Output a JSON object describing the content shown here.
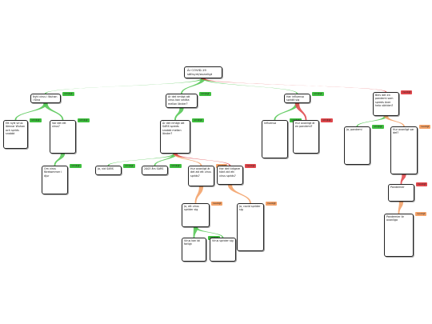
{
  "colors": {
    "green": "#3fbf3f",
    "orange": "#f4a36a",
    "red": "#e0474c",
    "edge_green": "#58c858",
    "edge_orange": "#f3a36b",
    "edge_red": "#e14b50"
  },
  "nodes": [
    {
      "id": "root",
      "text": "Är COVID-19 sällsynt/ovanligt",
      "tag": "",
      "color": "none"
    },
    {
      "id": "n1",
      "text": "Nytt virus i Wuhan i Kina",
      "tag": "omöjligt",
      "color": "green"
    },
    {
      "id": "n2",
      "text": "Är det rimligt att virus kan smitta mellan länder?",
      "tag": "omöjligt",
      "color": "green"
    },
    {
      "id": "n3",
      "text": "Har influensa spridit sig mellan länder?",
      "tag": "omöjligt",
      "color": "green"
    },
    {
      "id": "n4",
      "text": "Blev det en pandemi som spreds över hela världen?",
      "tag": "ovanligt",
      "color": "red"
    },
    {
      "id": "n1a",
      "text": "Ett nytt virus lämnar Wuhan och sprids snabbt",
      "tag": "omöjligt",
      "color": "green"
    },
    {
      "id": "n1b",
      "text": "Var det ett virus?",
      "tag": "omöjligt",
      "color": "green"
    },
    {
      "id": "n1b1",
      "text": "Om virus förekommer i djur",
      "tag": "omöjligt",
      "color": "green"
    },
    {
      "id": "n2a",
      "text": "Är det rimligt att SARS spreds snabbt mellan länder?",
      "tag": "omöjligt",
      "color": "green"
    },
    {
      "id": "n2a1",
      "text": "Ja, vid SARS",
      "tag": "omöjligt",
      "color": "green"
    },
    {
      "id": "n2a2",
      "text": "2003 års SARS",
      "tag": "omöjligt",
      "color": "green"
    },
    {
      "id": "n2a3",
      "text": "Hur ovanligt är det att ett virus sprids?",
      "tag": "ovanligt",
      "color": "orange"
    },
    {
      "id": "n2a4",
      "text": "Har det tidigare hänt att ett virus sprids?",
      "tag": "ovanligt",
      "color": "red"
    },
    {
      "id": "n2a3a",
      "text": "Ja, ett virus sprider sig",
      "tag": "ovanligt",
      "color": "orange"
    },
    {
      "id": "n2a3a1",
      "text": "Virus kan bli farligt",
      "tag": "omöjligt",
      "color": "green"
    },
    {
      "id": "n2a3a2",
      "text": "Virus sprider sig",
      "tag": "omöjligt",
      "color": "green"
    },
    {
      "id": "n2a4a",
      "text": "Ja, covid sprider sig",
      "tag": "ovanligt",
      "color": "orange"
    },
    {
      "id": "n3a",
      "text": "Influensa",
      "tag": "omöjligt",
      "color": "green"
    },
    {
      "id": "n3b",
      "text": "Hur ovanligt är en pandemi?",
      "tag": "omöjligt",
      "color": "red"
    },
    {
      "id": "n4a",
      "text": "Ja, pandemi",
      "tag": "omöjligt",
      "color": "green"
    },
    {
      "id": "n4b",
      "text": "Hur ovanligt var det?",
      "tag": "ovanligt",
      "color": "orange"
    },
    {
      "id": "n4b1",
      "text": "Pandemier",
      "tag": "ovanligt",
      "color": "red"
    },
    {
      "id": "n4b1a",
      "text": "Pandemier är ovanliga",
      "tag": "ovanligt",
      "color": "orange"
    }
  ]
}
